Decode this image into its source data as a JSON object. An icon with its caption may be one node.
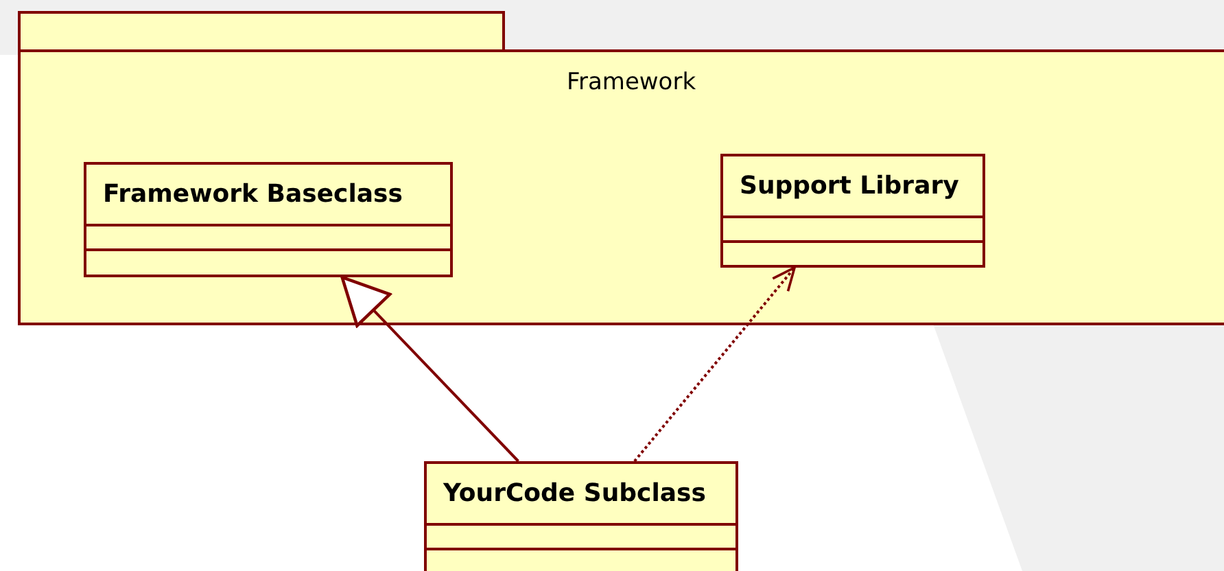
{
  "diagram": {
    "nodes": [
      {
        "text": [
          "Framework"
        ]
      },
      {
        "text": [
          "Framework Baseclass"
        ],
        "in": 0
      },
      {
        "text": [
          "Support Library"
        ],
        "in": 0
      },
      {
        "text": [
          "YourCode Subclass"
        ]
      }
    ],
    "edges": [
      {
        "from": 3,
        "to": 1,
        "arrow": "to"
      },
      {
        "from": 3,
        "to": 2,
        "arrow": "to",
        "style": "dashed"
      }
    ]
  }
}
